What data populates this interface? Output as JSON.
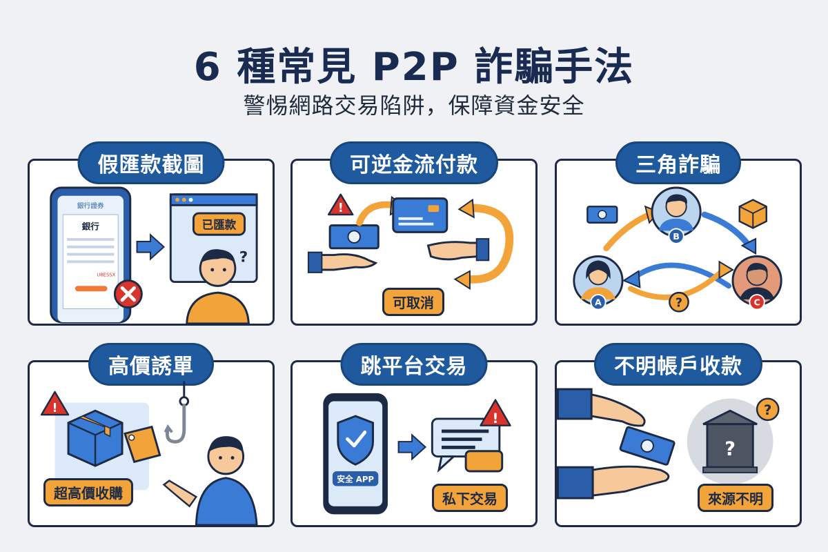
{
  "header": {
    "title": "6 種常見 P2P 詐騙手法",
    "subtitle": "警惕網路交易陷阱，保障資金安全"
  },
  "cards": [
    {
      "title": "假匯款截圖",
      "phone_header": "銀行證券",
      "bank": "銀行",
      "bubble": "已匯款",
      "question": "?",
      "amount": "U8ESSX"
    },
    {
      "title": "可逆金流付款",
      "tag": "可取消"
    },
    {
      "title": "三角詐騙",
      "person_a": "A",
      "person_b": "B",
      "person_c": "C",
      "question": "?"
    },
    {
      "title": "高價誘單",
      "tag": "超高價收購"
    },
    {
      "title": "跳平台交易",
      "app_label": "安全 APP",
      "tag": "私下交易"
    },
    {
      "title": "不明帳戶收款",
      "tag": "來源不明",
      "question": "?"
    }
  ],
  "colors": {
    "navy": "#1f5a9e",
    "orange": "#f2a33a",
    "red": "#d9342b",
    "blue": "#3a7bd5"
  }
}
